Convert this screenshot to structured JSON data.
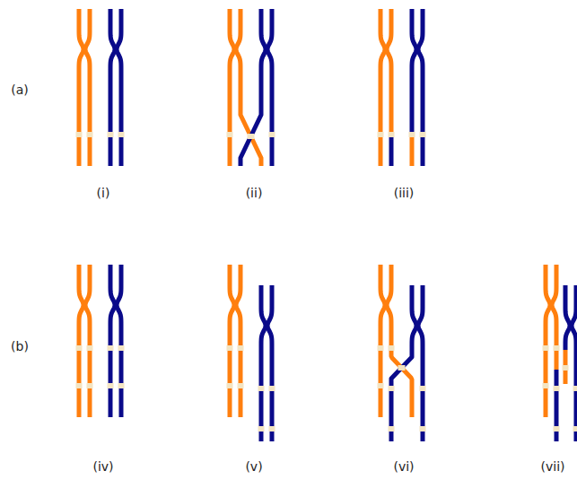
{
  "diagram": {
    "labels": [
      "(a)",
      "(i)",
      "(ii)",
      "(iii)",
      "(b)",
      "(iv)",
      "(v)",
      "(vi)",
      "(vii)"
    ]
  }
}
